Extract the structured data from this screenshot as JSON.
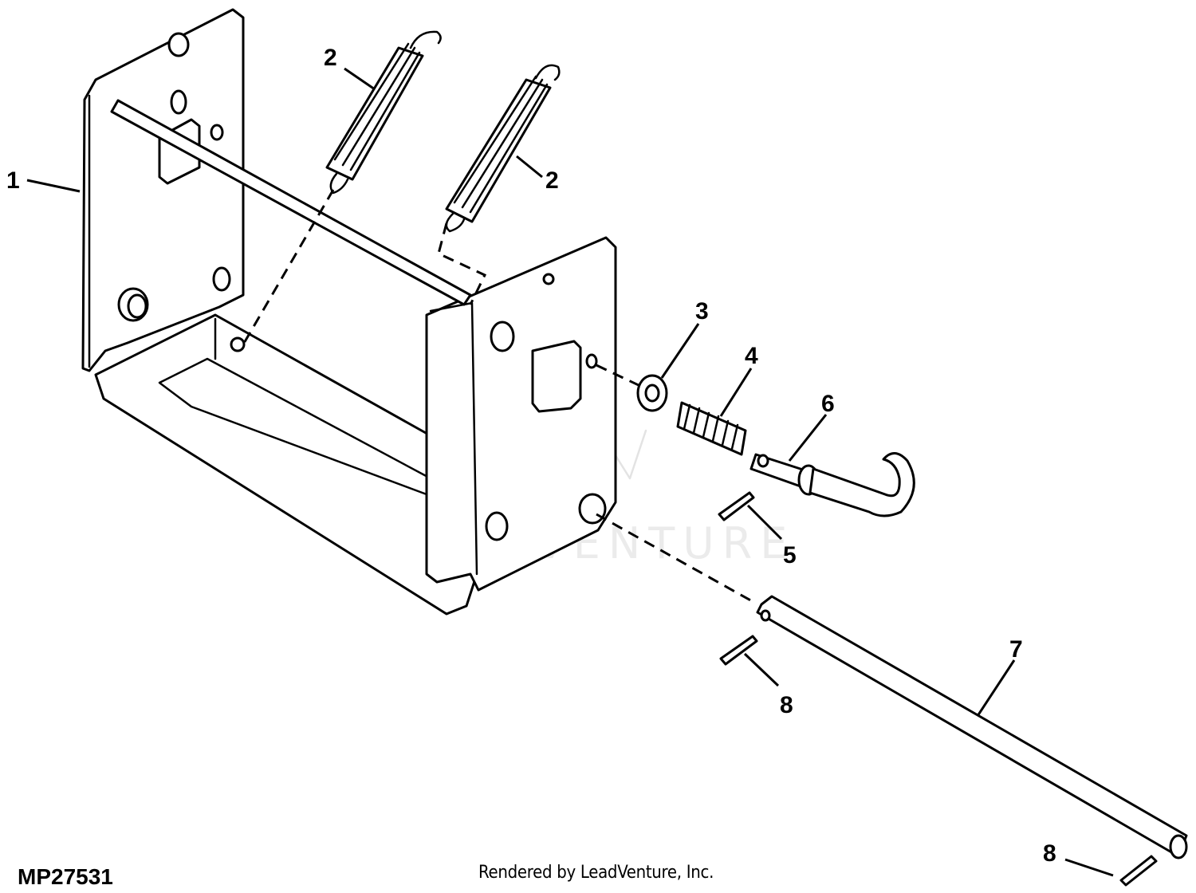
{
  "figure_id": "MP27531",
  "credit": "Rendered by LeadVenture, Inc.",
  "watermark": "LEADVENTURE",
  "callouts": [
    {
      "id": "c1",
      "label": "1"
    },
    {
      "id": "c2a",
      "label": "2"
    },
    {
      "id": "c2b",
      "label": "2"
    },
    {
      "id": "c3",
      "label": "3"
    },
    {
      "id": "c4",
      "label": "4"
    },
    {
      "id": "c5",
      "label": "5"
    },
    {
      "id": "c6",
      "label": "6"
    },
    {
      "id": "c7",
      "label": "7"
    },
    {
      "id": "c8a",
      "label": "8"
    },
    {
      "id": "c8b",
      "label": "8"
    }
  ]
}
